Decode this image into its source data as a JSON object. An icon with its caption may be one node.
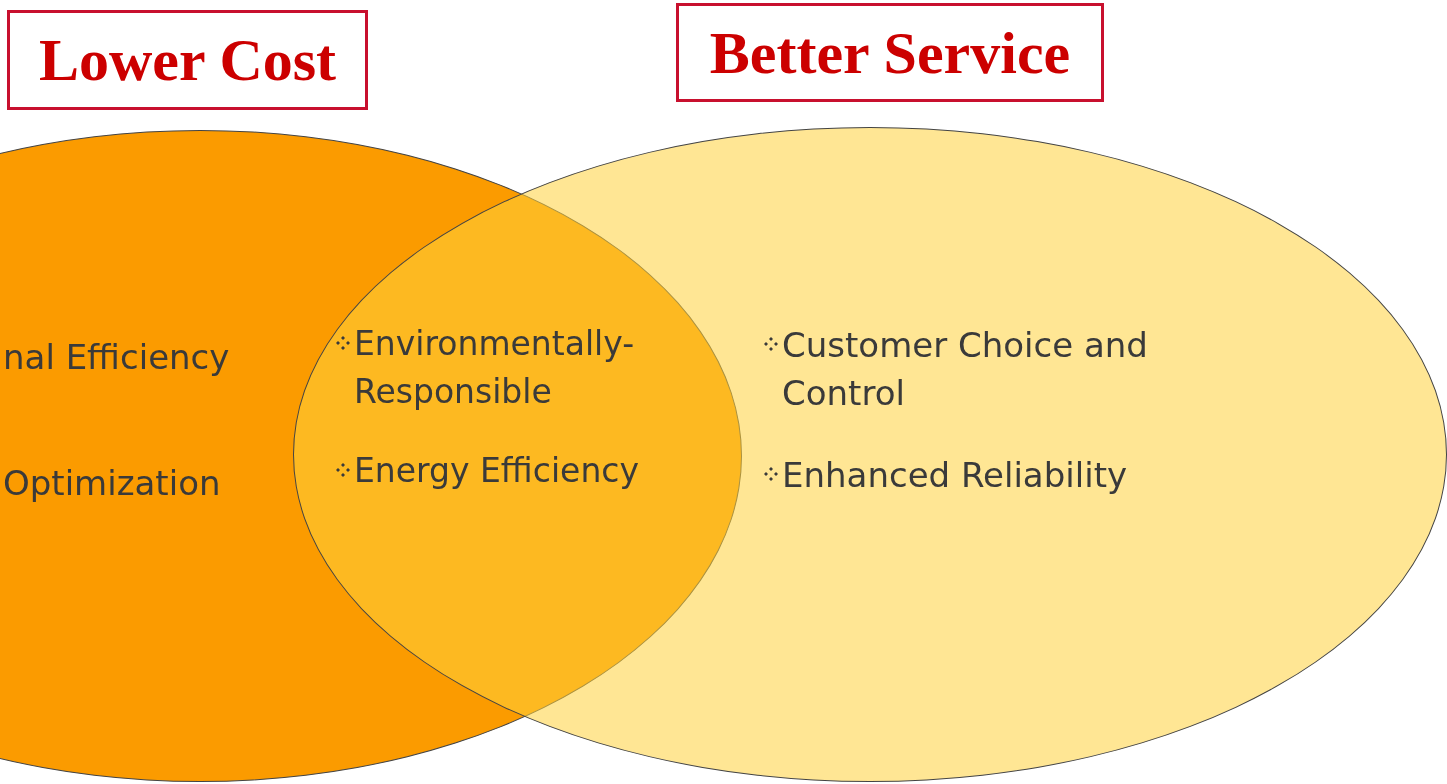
{
  "diagram": {
    "nodes": [
      {
        "text": [
          "Lower Cost"
        ]
      },
      {
        "text": [
          "Better Service"
        ]
      },
      {
        "text": [
          "nal Efficiency",
          "Optimization"
        ]
      },
      {
        "text": [
          "Customer Choice and Control",
          "Enhanced Reliability"
        ]
      }
    ],
    "labels": [
      "Environmentally-Responsible",
      "Energy Efficiency"
    ]
  }
}
